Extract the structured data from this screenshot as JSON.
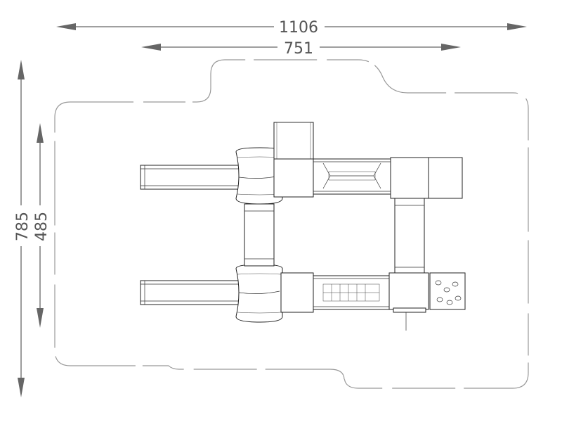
{
  "dimensions": {
    "overall_width": "1106",
    "inner_width": "751",
    "overall_depth": "785",
    "inner_depth": "485"
  },
  "colors": {
    "line": "#222222",
    "dimension": "#666666",
    "boundary": "#999999"
  }
}
